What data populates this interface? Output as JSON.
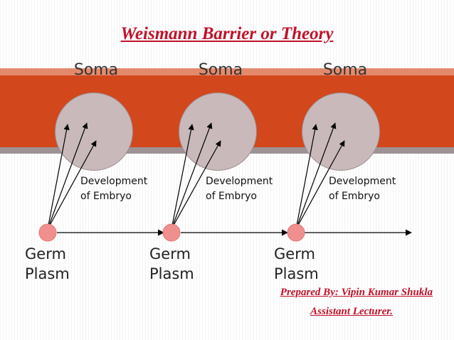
{
  "title": "Weismann Barrier or Theory",
  "soma_labels": [
    "Soma",
    "Soma",
    "Soma"
  ],
  "development_labels": [
    "Development\nof Embryo",
    "Development\nof Embryo",
    "Development\nof Embryo"
  ],
  "germ_labels": [
    "Germ\nPlasm",
    "Germ\nPlasm",
    "Germ\nPlasm"
  ],
  "credits": {
    "prepared_by": "Prepared By: Vipin Kumar Shukla",
    "role": "Assistant Lecturer."
  },
  "colors": {
    "title": "#c0122a",
    "band": "#d2471c",
    "soma_circle": "#c9b9ba",
    "germ_dot": "#f0908e"
  }
}
